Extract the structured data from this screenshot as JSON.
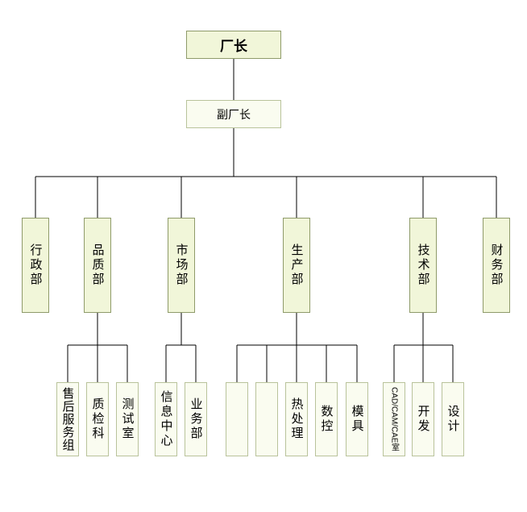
{
  "top": {
    "label": "厂长"
  },
  "deputy": {
    "label": "副厂长"
  },
  "departments": [
    {
      "id": "admin",
      "label": "行政部"
    },
    {
      "id": "quality",
      "label": "品质部"
    },
    {
      "id": "market",
      "label": "市场部"
    },
    {
      "id": "production",
      "label": "生产部"
    },
    {
      "id": "tech",
      "label": "技术部"
    },
    {
      "id": "finance",
      "label": "财务部"
    }
  ],
  "subunits": {
    "quality": [
      "售后服务组",
      "质检科",
      "测试室"
    ],
    "market": [
      "信息中心",
      "业务部"
    ],
    "production": [
      "",
      "",
      "热处理",
      "数控",
      "模具"
    ],
    "tech": [
      "CAD/CAM/CAE室",
      "开发",
      "设计"
    ]
  }
}
